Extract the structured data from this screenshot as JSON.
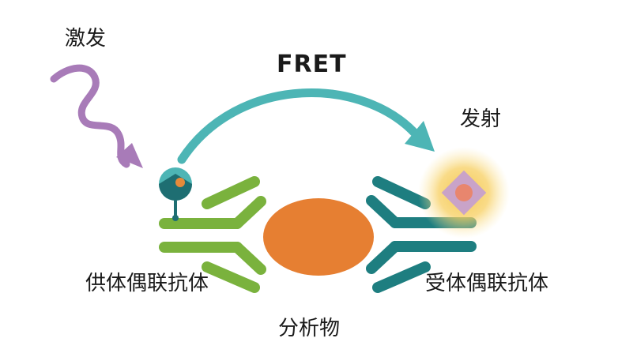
{
  "labels": {
    "excitation": "激发",
    "fret": "FRET",
    "emission": "发射",
    "donor_antibody": "供体偶联抗体",
    "acceptor_antibody": "受体偶联抗体",
    "analyte": "分析物"
  },
  "colors": {
    "excitation_wave": "#a87bb8",
    "fret_arrow": "#4db5b5",
    "donor_antibody": "#7ab23d",
    "acceptor_antibody": "#1e7e80",
    "analyte": "#e67f32",
    "donor_fluor_teal": "#4db5b5",
    "donor_fluor_dark": "#1e6e72",
    "donor_fluor_core": "#e68a3a",
    "acceptor_glow": "#f5c64a",
    "acceptor_diamond": "#c9a3c8",
    "acceptor_core": "#e8866e"
  }
}
